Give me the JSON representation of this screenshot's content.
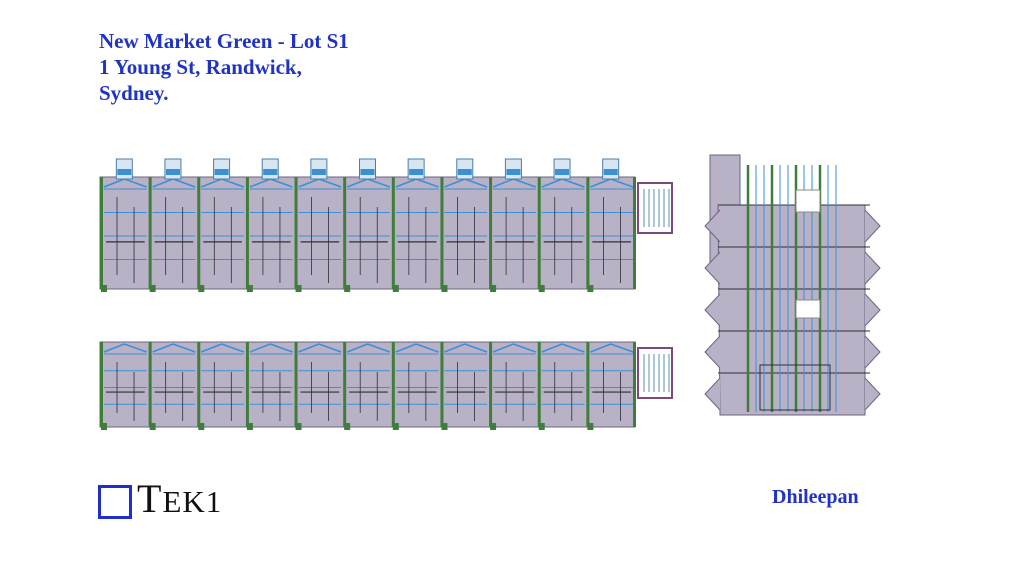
{
  "title": {
    "line1": "New Market Green - Lot S1",
    "line2": "1 Young St, Randwick,",
    "line3": "Sydney."
  },
  "logo": {
    "first_letter": "T",
    "rest": "EK1"
  },
  "author": "Dhileepan",
  "colors": {
    "title_text": "#1f33c6",
    "slab_fill": "#b9b2c7",
    "wall_green": "#3f7d3a",
    "beam_blue": "#3a8fd6",
    "logo_square": "#1f2fcc"
  },
  "drawings": {
    "top_block_units": 11,
    "bottom_block_units": 11,
    "side_block_floors": 5
  }
}
